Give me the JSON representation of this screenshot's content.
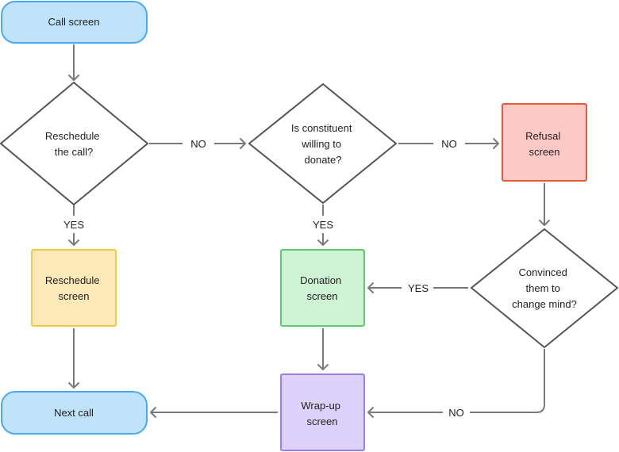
{
  "nodes": {
    "call_screen": {
      "lines": [
        "Call screen"
      ],
      "fill": "#bfe3fb",
      "stroke": "#4aa8ee"
    },
    "reschedule_q": {
      "lines": [
        "Reschedule",
        "the call?"
      ]
    },
    "donate_q": {
      "lines": [
        "Is constituent",
        "willing to",
        "donate?"
      ]
    },
    "refusal_screen": {
      "lines": [
        "Refusal",
        "screen"
      ],
      "fill": "#fdc9c5",
      "stroke": "#e65a3c"
    },
    "convinced_q": {
      "lines": [
        "Convinced",
        "them to",
        "change mind?"
      ]
    },
    "reschedule_screen": {
      "lines": [
        "Reschedule",
        "screen"
      ],
      "fill": "#fde8b8",
      "stroke": "#f1c945"
    },
    "donation_screen": {
      "lines": [
        "Donation",
        "screen"
      ],
      "fill": "#cff3d5",
      "stroke": "#5fca6c"
    },
    "wrapup_screen": {
      "lines": [
        "Wrap-up",
        "screen"
      ],
      "fill": "#ddd2fb",
      "stroke": "#9d7dee"
    },
    "next_call": {
      "lines": [
        "Next call"
      ],
      "fill": "#bfe3fb",
      "stroke": "#4aa8ee"
    }
  },
  "edge_labels": {
    "reschedule_no": "NO",
    "reschedule_yes": "YES",
    "donate_no": "NO",
    "donate_yes": "YES",
    "convinced_yes": "YES",
    "convinced_no": "NO"
  }
}
